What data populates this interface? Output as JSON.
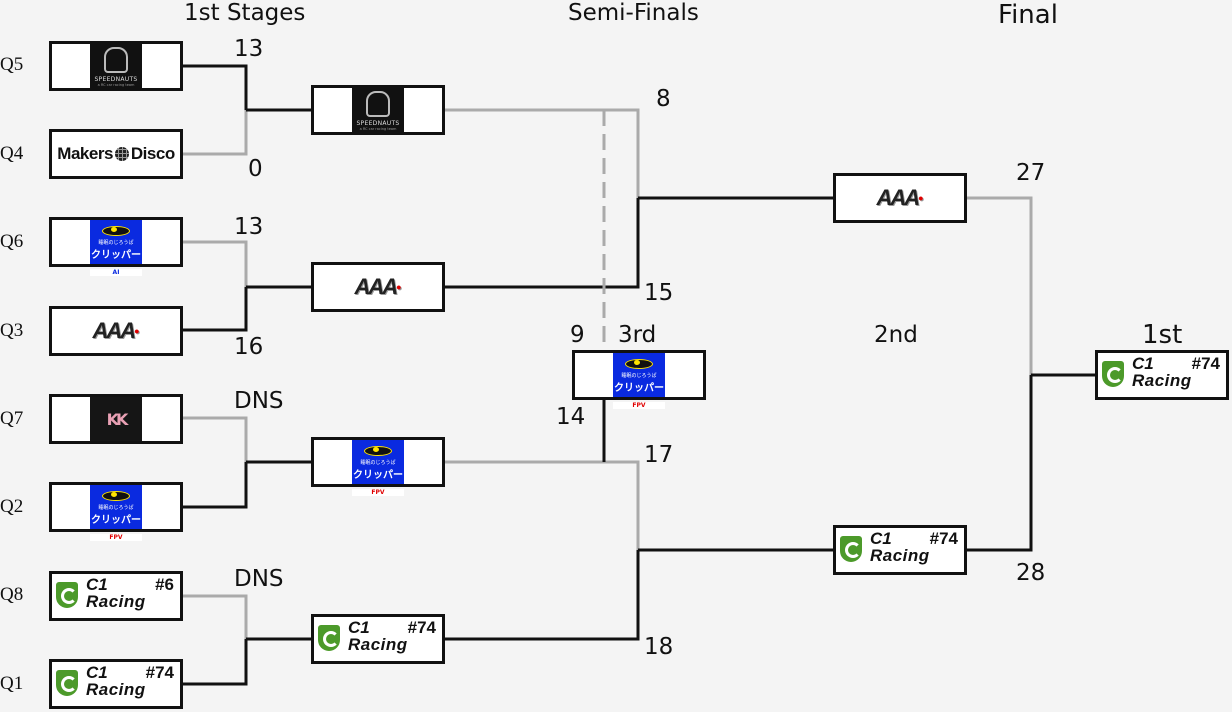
{
  "headers": {
    "stage1": "1st Stages",
    "semi": "Semi-Finals",
    "final": "Final"
  },
  "places": {
    "first": "1st",
    "second": "2nd",
    "third": "3rd"
  },
  "seeds": [
    "Q5",
    "Q4",
    "Q6",
    "Q3",
    "Q7",
    "Q2",
    "Q8",
    "Q1"
  ],
  "scores": {
    "q5": "13",
    "q4": "0",
    "q6": "13",
    "q3": "16",
    "q7": "DNS",
    "q8": "DNS",
    "semi_top": "8",
    "semi_mid": "15",
    "semi_low": "17",
    "semi_bottom": "18",
    "third_a": "9",
    "third_b": "14",
    "final_top": "27",
    "final_bottom": "28"
  },
  "logos": {
    "speednauts": {
      "name": "SPEEDNAUTS",
      "sub": "a RC car racing team"
    },
    "makers": {
      "left": "Makers",
      "right": "Disco"
    },
    "aaa": "AAA",
    "clipper": {
      "line1": "睡眠のじろうぱ",
      "line2": "クリッパー",
      "tag_ai": "AI",
      "tag_fpv": "FPV"
    },
    "kk": "KK",
    "c1": {
      "c1": "C1",
      "racing": "Racing",
      "num6": "#6",
      "num74": "#74"
    }
  },
  "colors": {
    "winner_line": "#111111",
    "loser_line": "#aaaaaa",
    "background": "#f4f4f4",
    "clipper_blue": "#0a2ae0",
    "c1_green": "#4c9a2a"
  }
}
